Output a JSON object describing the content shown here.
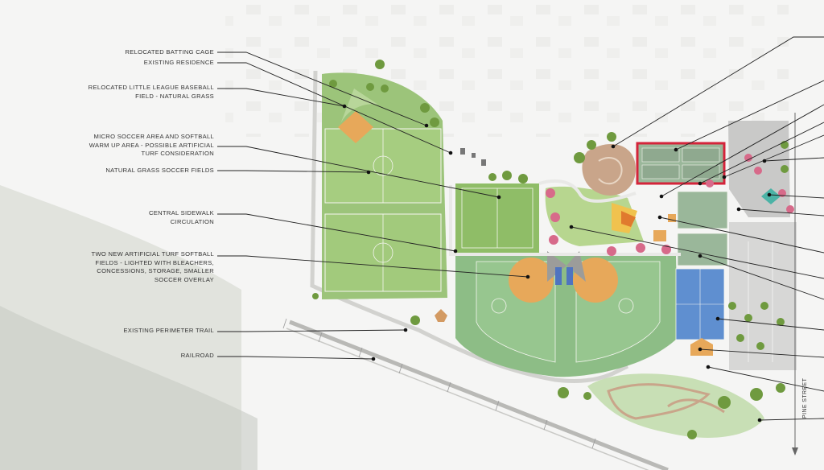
{
  "labels": {
    "batting_cage": "RELOCATED BATTING CAGE",
    "residence": "EXISTING RESIDENCE",
    "little_league": [
      "RELOCATED LITTLE LEAGUE BASEBALL",
      "FIELD - NATURAL GRASS"
    ],
    "micro_soccer": [
      "MICRO SOCCER AREA AND SOFTBALL",
      "WARM UP AREA - POSSIBLE ARTIFICIAL",
      "TURF CONSIDERATION"
    ],
    "soccer_fields": "NATURAL GRASS SOCCER FIELDS",
    "sidewalk": [
      "CENTRAL SIDEWALK",
      "CIRCULATION"
    ],
    "softball": [
      "TWO NEW ARTIFICIAL TURF SOFTBALL",
      "FIELDS - LIGHTED WITH BLEACHERS,",
      "CONCESSIONS, STORAGE, SMALLER",
      "SOCCER OVERLAY"
    ],
    "trail": "EXISTING PERIMETER TRAIL",
    "railroad": "RAILROAD"
  },
  "street_name": "PINE STREET",
  "colors": {
    "grass": "#8fc06a",
    "field_light": "#b9d89b",
    "infield": "#e7a85a",
    "court_blue": "#5f8fd0",
    "court_green": "#9ab79a",
    "highlight": "#d4243a",
    "tree": "#6f9a3f",
    "tree_pink": "#d76a8a",
    "leader": "#222222"
  }
}
